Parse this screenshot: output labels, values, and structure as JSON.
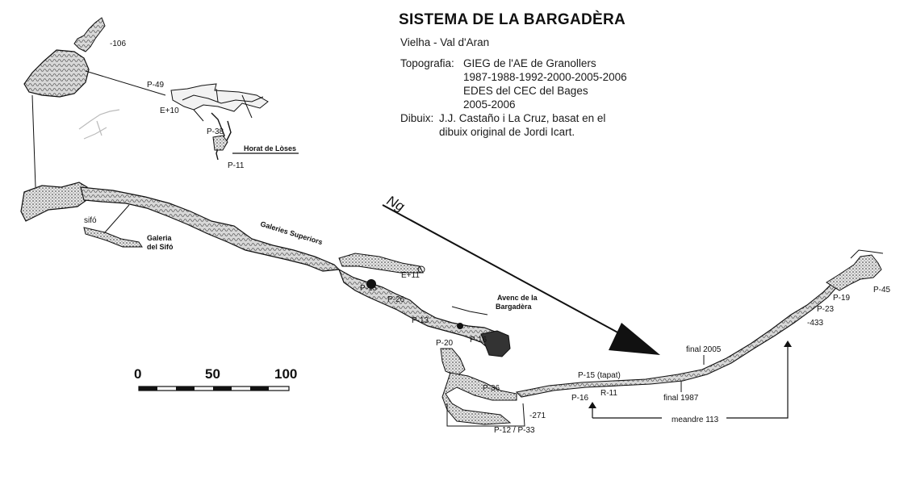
{
  "header": {
    "title": "SISTEMA DE LA BARGADÈRA",
    "location": "Vielha - Val d'Aran",
    "topo_label": "Topografia:",
    "topo_lines": [
      "GIEG de l'AE de Granollers",
      "1987-1988-1992-2000-2005-2006",
      "EDES del CEC del Bages",
      "2005-2006"
    ],
    "dibuix_label": "Dibuix:",
    "dibuix_lines": [
      "J.J. Castaño i La Cruz, basat en el",
      "dibuix original de Jordi Icart."
    ]
  },
  "north_arrow": {
    "label": "Ng"
  },
  "scale_bar": {
    "labels": [
      "0",
      "50",
      "100"
    ]
  },
  "labels": {
    "depth_106": "-106",
    "p49": "P-49",
    "e10": "E+10",
    "p38": "P-38",
    "horat": "Horat de Lòses",
    "p11": "P-11",
    "sifo": "sifó",
    "galeria_line1": "Galeria",
    "galeria_line2": "del Sifó",
    "galeries": "Galeries Superiors",
    "e11": "E+11",
    "p15": "P-15",
    "p26": "P-26",
    "avenc_line1": "Avenc de la",
    "avenc_line2": "Bargadèra",
    "p13": "P-13",
    "p20": "P-20",
    "p16a": "P-16",
    "p36": "P-36",
    "depth_271": "-271",
    "p12_33": "P-12 / P-33",
    "p16b": "P-16",
    "p15_tapat": "P-15 (tapat)",
    "r11": "R-11",
    "final_1987": "final 1987",
    "final_2005": "final 2005",
    "meandre": "meandre 113",
    "depth_433": "-433",
    "p23": "P-23",
    "p19": "P-19",
    "p45": "P-45"
  },
  "colors": {
    "ink": "#111111",
    "passage_fill": "#cfcfcf",
    "cross_hatch": "#444444"
  }
}
